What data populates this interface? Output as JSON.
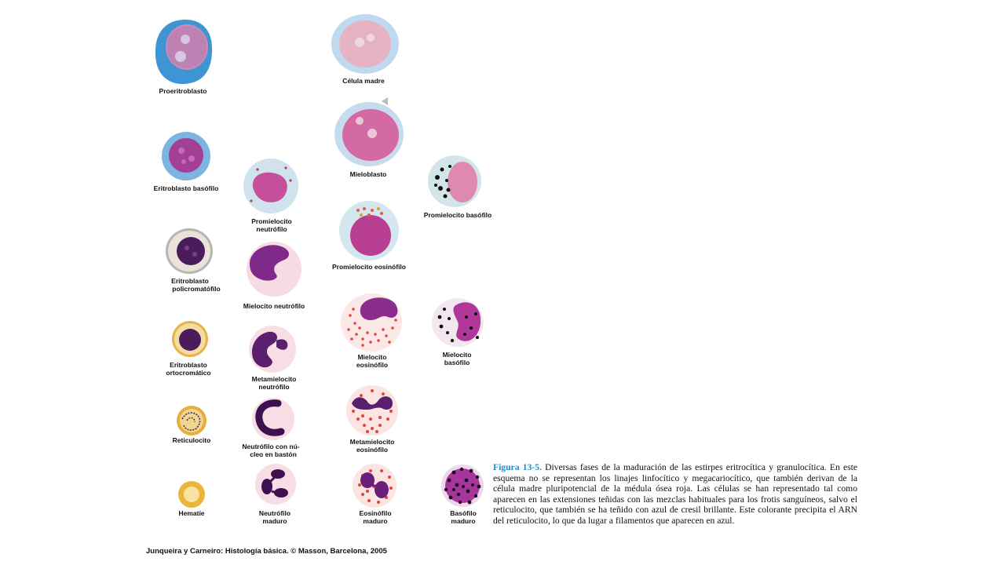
{
  "labels": {
    "proeritroblasto": "Proeritroblasto",
    "celula_madre": "Célula madre",
    "eritroblasto_basofilo": "Eritroblasto basófilo",
    "mieloblasto": "Mieloblasto",
    "promielocito_basofilo": "Promielocito basófilo",
    "promielocito_neutrofilo_1": "Promielocito",
    "promielocito_neutrofilo_2": "neutrófilo",
    "promielocito_eosinofilo": "Promielocito eosinófilo",
    "eritroblasto_policromatofilo_1": "Eritroblasto",
    "eritroblasto_policromatofilo_2": "policromatófilo",
    "mielocito_neutrofilo": "Mielocito neutrófilo",
    "mielocito_eosinofilo_1": "Mielocito",
    "mielocito_eosinofilo_2": "eosinófilo",
    "mielocito_basofilo_1": "Mielocito",
    "mielocito_basofilo_2": "basófilo",
    "eritroblasto_ortocromatico_1": "Eritroblasto",
    "eritroblasto_ortocromatico_2": "ortocromático",
    "metamielocito_neutrofilo_1": "Metamielocito",
    "metamielocito_neutrofilo_2": "neutrófilo",
    "reticulocito": "Reticulocito",
    "neutrofilo_baston_1": "Neutrófilo con nú-",
    "neutrofilo_baston_2": "cleo en bastón",
    "metamielocito_eosinofilo_1": "Metamielocito",
    "metamielocito_eosinofilo_2": "eosinófilo",
    "hematie": "Hematíe",
    "neutrofilo_maduro_1": "Neutrófilo",
    "neutrofilo_maduro_2": "maduro",
    "eosinofilo_maduro_1": "Eosinófilo",
    "eosinofilo_maduro_2": "maduro",
    "basofilo_maduro_1": "Basófilo",
    "basofilo_maduro_2": "maduro"
  },
  "caption": {
    "figure": "Figura 13-5.",
    "text": "Diversas fases de la maduración de las estirpes eritrocítica y granulocítica. En este esquema no se representan los linajes linfocítico y megacariocítico, que también derivan de la célula madre pluripotencial de la médula ósea roja. Las células se han representado tal como aparecen en las extensiones teñidas con las mezclas habituales para los frotis sanguíneos, salvo el reticulocito, que también se ha teñido con azul de cresil brillante. Este colorante precipita el ARN del reticulocito, lo que da lugar a filamentos que aparecen en azul."
  },
  "credit": "Junqueira y Carneiro: Histología básica. © Masson, Barcelona, 2005",
  "colors": {
    "caption_figure": "#1f8fc4",
    "nucleus_purple": "#5a1f6e",
    "cytoplasm_blue": "#4f9fd6",
    "eosin_granule": "#e0483e",
    "erythrocyte": "#f2c64a"
  }
}
